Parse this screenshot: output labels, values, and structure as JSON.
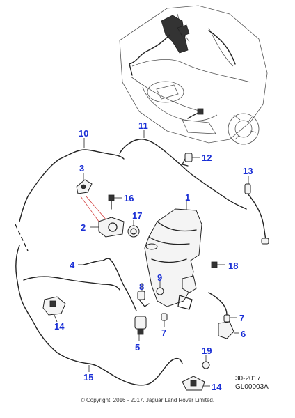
{
  "callouts": [
    {
      "id": "c1",
      "text": "1"
    },
    {
      "id": "c2",
      "text": "2"
    },
    {
      "id": "c3",
      "text": "3"
    },
    {
      "id": "c4",
      "text": "4"
    },
    {
      "id": "c5",
      "text": "5"
    },
    {
      "id": "c6",
      "text": "6"
    },
    {
      "id": "c7a",
      "text": "7"
    },
    {
      "id": "c7b",
      "text": "7"
    },
    {
      "id": "c8",
      "text": "8"
    },
    {
      "id": "c9",
      "text": "9"
    },
    {
      "id": "c10",
      "text": "10"
    },
    {
      "id": "c11",
      "text": "11"
    },
    {
      "id": "c12",
      "text": "12"
    },
    {
      "id": "c13",
      "text": "13"
    },
    {
      "id": "c14a",
      "text": "14"
    },
    {
      "id": "c14b",
      "text": "14"
    },
    {
      "id": "c15",
      "text": "15"
    },
    {
      "id": "c16",
      "text": "16"
    },
    {
      "id": "c17",
      "text": "17"
    },
    {
      "id": "c18",
      "text": "18"
    },
    {
      "id": "c19",
      "text": "19"
    }
  ],
  "reference": {
    "line1": "30-2017",
    "line2": "GL00003A"
  },
  "copyright": "© Copyright, 2016 - 2017. Jaguar Land Rover Limited.",
  "colors": {
    "callout": "#1a2fd6",
    "line": "#222222",
    "highlight": "#d23a3a"
  }
}
